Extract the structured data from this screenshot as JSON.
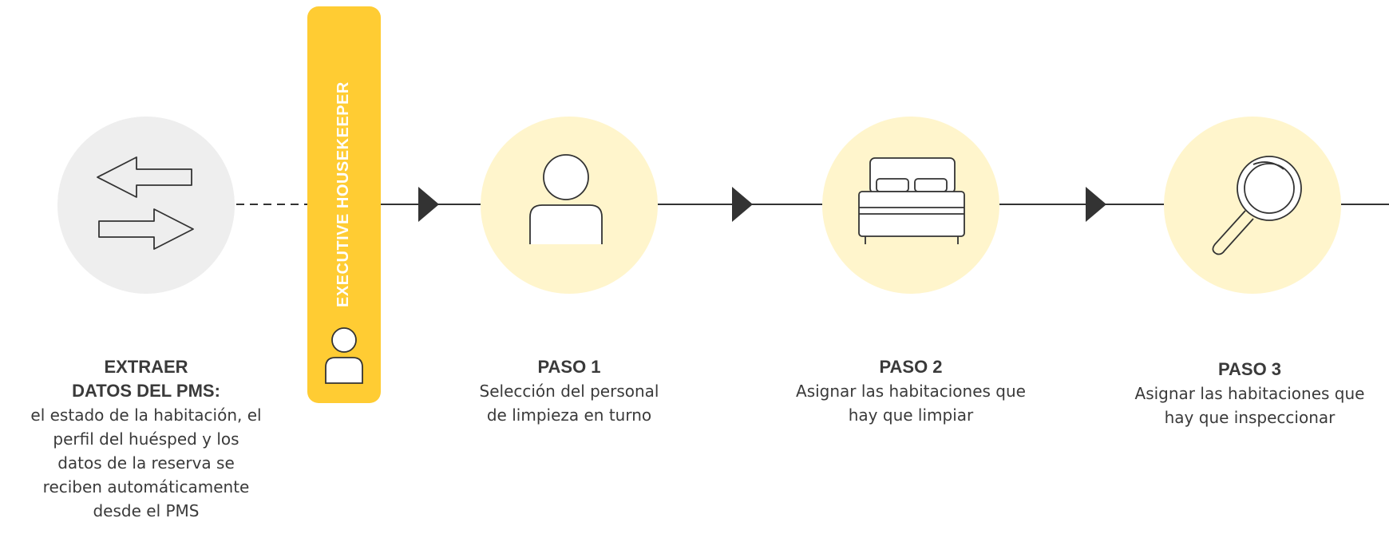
{
  "colors": {
    "accent": "#ffcc33",
    "step_circle": "#fff5cc",
    "source_circle": "#eeeeee",
    "line": "#333333",
    "text": "#3a3a3a"
  },
  "role": {
    "label": "EXECUTIVE HOUSEKEEPER",
    "icon": "person-icon"
  },
  "source": {
    "title_line1": "EXTRAER",
    "title_line2": "DATOS DEL PMS:",
    "desc_lines": [
      "el estado de la habitación, el",
      "perfil del huésped y los",
      "datos de la reserva se",
      "reciben automáticamente",
      "desde el PMS"
    ],
    "icon": "transfer-arrows-icon"
  },
  "steps": [
    {
      "title": "PASO 1",
      "desc_lines": [
        "Selección del personal",
        "de limpieza en turno"
      ],
      "icon": "person-icon"
    },
    {
      "title": "PASO 2",
      "desc_lines": [
        "Asignar las habitaciones que",
        "hay que limpiar"
      ],
      "icon": "bed-icon"
    },
    {
      "title": "PASO 3",
      "desc_lines": [
        "Asignar las habitaciones que",
        "hay que inspeccionar"
      ],
      "icon": "magnifier-icon"
    }
  ]
}
